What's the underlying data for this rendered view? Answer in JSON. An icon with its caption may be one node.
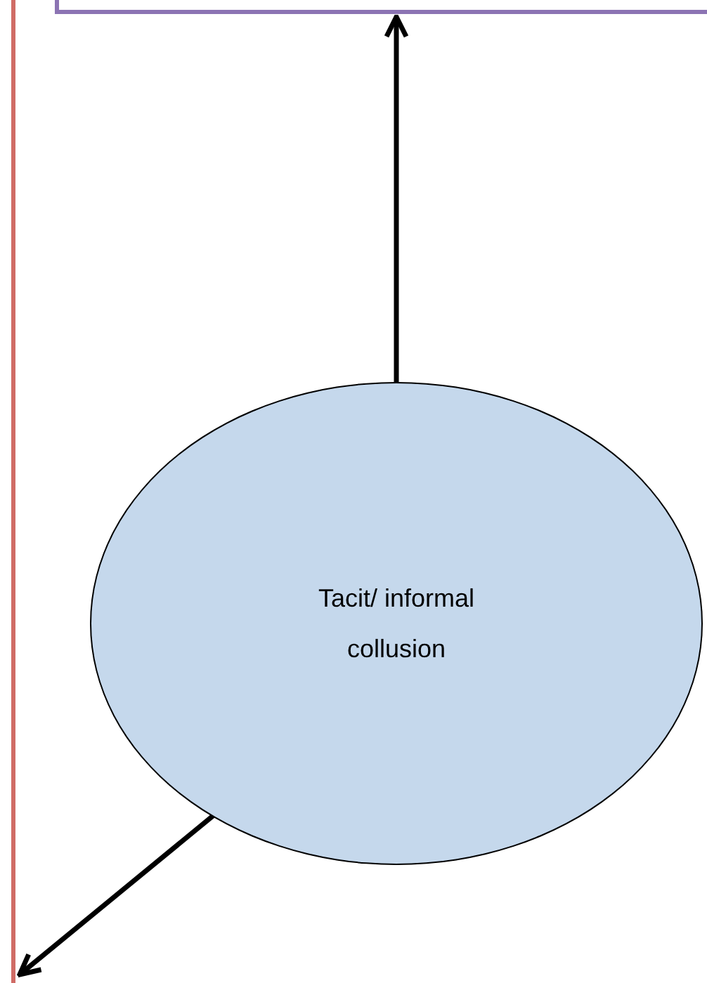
{
  "diagram": {
    "nodes": [
      {
        "text": [],
        "shape": "box"
      },
      {
        "text": [],
        "shape": "box"
      },
      {
        "text": [
          "Tacit/ informal collusion"
        ]
      }
    ],
    "edges": [
      {
        "from": 2,
        "to": 1,
        "arrow": "to"
      },
      {
        "from": 2,
        "to": 0,
        "arrow": "to"
      }
    ]
  }
}
